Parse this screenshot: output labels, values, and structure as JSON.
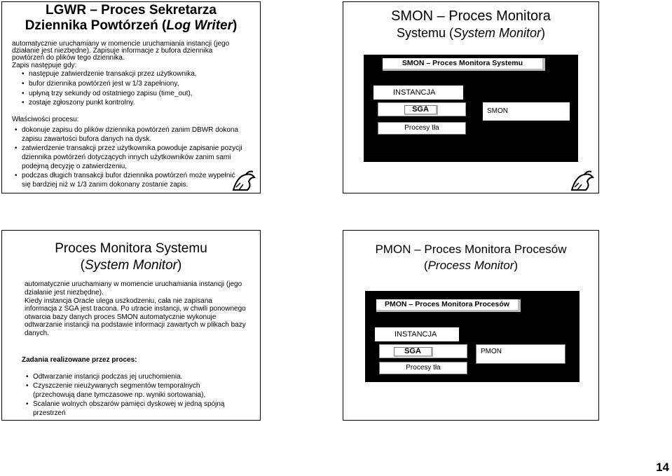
{
  "slide1": {
    "title_line1": "LGWR – Proces Sekretarza",
    "title_line2_prefix": "Dziennika Powtórzeń (",
    "title_line2_italic": "Log Writer",
    "title_line2_suffix": ")",
    "intro_line1": "automatycznie uruchamiany w momencie uruchamiania instancji (jego",
    "intro_line2": "działanie jest niezbędne). Zapisuje informacje z bufora dziennika",
    "intro_line3": "powtórzeń do plików tego dziennika.",
    "when_label": "Zapis następuje gdy:",
    "when_items": [
      "następuje zatwierdzenie transakcji przez użytkownika,",
      "bufor dziennika powtórzeń jest w 1/3 zapełniony,",
      "upłyną trzy sekundy od ostatniego zapisu (time_out),",
      "zostaje zgłoszony punkt kontrolny."
    ],
    "props_label": "Właściwości procesu:",
    "props_lines": [
      "dokonuje zapisu do plików dziennika powtórzeń zanim DBWR dokona",
      "zapisu zawartości bufora danych na dysk.",
      "zatwierdzenie transakcji przez użytkownika powoduje zapisanie pozycji",
      "dziennika powtórzeń dotyczących innych użytkowników zanim sami",
      "podejmą decyzję o zatwierdzeniu,",
      "podczas długich transakcji bufor dziennika powtórzeń może wypełnić",
      "się bardziej niż w 1/3 zanim dokonany zostanie zapis."
    ]
  },
  "slide2": {
    "title_line1": "SMON – Proces Monitora",
    "title_line2_prefix": "Systemu (",
    "title_line2_italic": "System Monitor",
    "title_line2_suffix": ")",
    "diagram_header": "SMON – Proces Monitora Systemu",
    "instance_label": "INSTANCJA",
    "sga_label": "SGA",
    "background_label": "Procesy tła",
    "process_label": "SMON"
  },
  "slide3": {
    "title_line1": "Proces Monitora Systemu",
    "title_line2_prefix": "(",
    "title_line2_italic": "System Monitor",
    "title_line2_suffix": ")",
    "para1_lines": [
      "automatycznie uruchamiany w momencie uruchamiania instancji (jego",
      "działanie jest niezbędne)."
    ],
    "para2_lines": [
      "Kiedy instancja Oracle ulega uszkodzeniu, cała nie zapisana",
      "informacja z SGA jest tracona. Po utracie instancji, w chwili ponownego",
      "otwarcia bazy danych proces SMON automatycznie wykonuje",
      "odtwarzanie instancji na podstawie informacji zawartych w plikach bazy",
      "danych."
    ],
    "tasks_label": "Zadania realizowane przez proces:",
    "task_lines": [
      "Odtwarzanie instancji podczas jej uruchomienia.",
      "Czyszczenie nieużywanych segmentów temporalnych",
      "(przechowują dane tymczasowe np. wyniki sortowania),",
      "Scalanie wolnych obszarów pamięci dyskowej w jedną spójną",
      "przestrzeń"
    ]
  },
  "slide4": {
    "title_line1": "PMON – Proces Monitora Procesów",
    "title_line2_prefix": "(",
    "title_line2_italic": "Process Monitor",
    "title_line2_suffix": ")",
    "diagram_header": "PMON – Proces Monitora Procesów",
    "instance_label": "INSTANCJA",
    "sga_label": "SGA",
    "background_label": "Procesy tła",
    "process_label": "PMON"
  },
  "page_number": "14"
}
